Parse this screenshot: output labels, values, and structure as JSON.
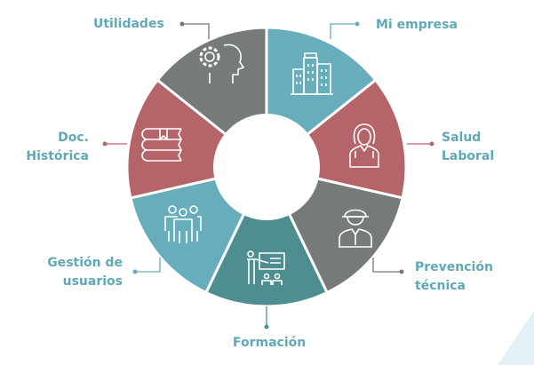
{
  "colors": {
    "light_teal": "#67adbc",
    "red": "#b5656a",
    "gray": "#767a7b",
    "dark_teal": "#4e8e91",
    "label": "#5fa9b7"
  },
  "segments": [
    {
      "label": "Mi empresa",
      "icon": "buildings-icon",
      "color": "#67adbc"
    },
    {
      "label_lines": [
        "Salud",
        "Laboral"
      ],
      "icon": "doctor-icon",
      "color": "#b5656a"
    },
    {
      "label_lines": [
        "Prevención",
        "técnica"
      ],
      "icon": "worker-hardhat-icon",
      "color": "#767a7b"
    },
    {
      "label": "Formación",
      "icon": "teacher-board-icon",
      "color": "#4e8e91"
    },
    {
      "label_lines": [
        "Gestión de",
        "usuarios"
      ],
      "icon": "users-group-icon",
      "color": "#67adbc"
    },
    {
      "label_lines": [
        "Doc.",
        "Histórica"
      ],
      "icon": "books-icon",
      "color": "#b5656a"
    },
    {
      "label": "Utilidades",
      "icon": "gear-head-icon",
      "color": "#767a7b"
    }
  ]
}
